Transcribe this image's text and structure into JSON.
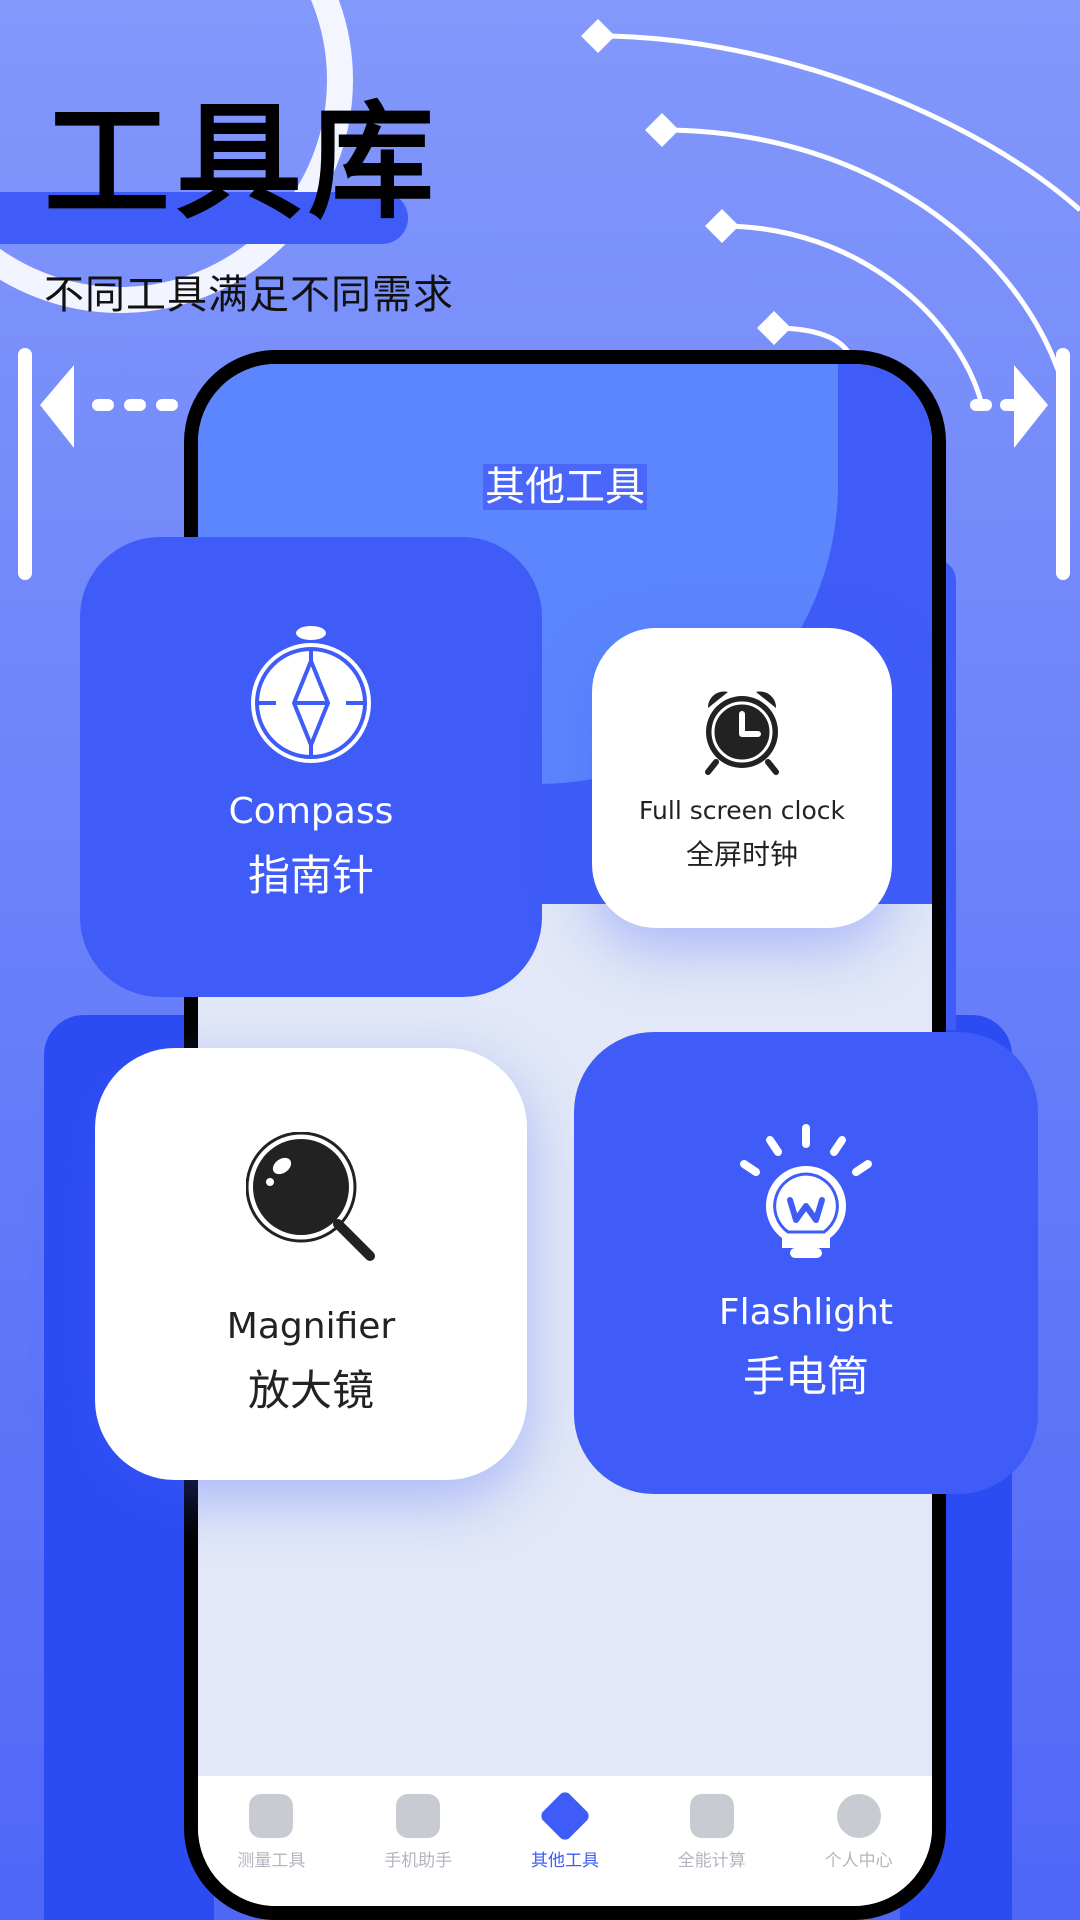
{
  "hero": {
    "title": "工具库",
    "subtitle": "不同工具满足不同需求"
  },
  "phone": {
    "header_title": "其他工具"
  },
  "cards": {
    "compass": {
      "en": "Compass",
      "zh": "指南针",
      "icon": "compass-icon"
    },
    "clock": {
      "en": "Full screen clock",
      "zh": "全屏时钟",
      "icon": "alarm-clock-icon"
    },
    "magnifier": {
      "en": "Magnifier",
      "zh": "放大镜",
      "icon": "magnifier-icon"
    },
    "flashlight": {
      "en": "Flashlight",
      "zh": "手电筒",
      "icon": "lightbulb-icon"
    }
  },
  "tabbar": {
    "items": [
      {
        "label": "测量工具",
        "icon": "measure-icon",
        "active": false
      },
      {
        "label": "手机助手",
        "icon": "phone-assistant-icon",
        "active": false
      },
      {
        "label": "其他工具",
        "icon": "layers-icon",
        "active": true
      },
      {
        "label": "全能计算",
        "icon": "calculator-icon",
        "active": false
      },
      {
        "label": "个人中心",
        "icon": "profile-icon",
        "active": false
      }
    ]
  },
  "colors": {
    "accent": "#3f5cf8",
    "background": "#7a8ffa",
    "tab_inactive": "#c9cbd2"
  }
}
